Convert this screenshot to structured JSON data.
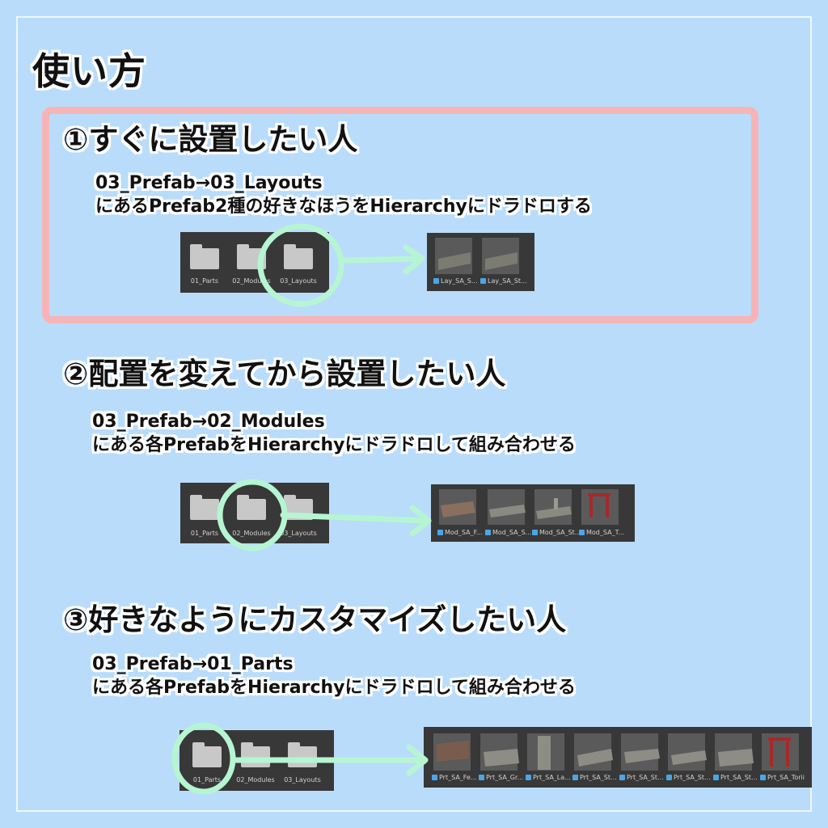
{
  "title": "使い方",
  "colors": {
    "background": "#b9dcfb",
    "highlight_box": "#f7b4b6",
    "marker": "#b6f5d2",
    "panel": "#383838"
  },
  "sections": [
    {
      "title": "①すぐに設置したい人",
      "path": "03_Prefab→03_Layouts",
      "instruction": "にあるPrefab2種の好きなほうをHierarchyにドラドロする",
      "folders": [
        "01_Parts",
        "02_Modules",
        "03_Layouts"
      ],
      "prefabs": [
        "Lay_SA_S...",
        "Lay_SA_St..."
      ]
    },
    {
      "title": "②配置を変えてから設置したい人",
      "path": "03_Prefab→02_Modules",
      "instruction": "にある各PrefabをHierarchyにドラドロして組み合わせる",
      "folders": [
        "01_Parts",
        "02_Modules",
        "03_Layouts"
      ],
      "prefabs": [
        "Mod_SA_F...",
        "Mod_SA_S...",
        "Mod_SA_St...",
        "Mod_SA_T..."
      ]
    },
    {
      "title": "③好きなようにカスタマイズしたい人",
      "path": "03_Prefab→01_Parts",
      "instruction": "にある各PrefabをHierarchyにドラドロして組み合わせる",
      "folders": [
        "01_Parts",
        "02_Modules",
        "03_Layouts"
      ],
      "prefabs": [
        "Prt_SA_Fe...",
        "Prt_SA_Gr...",
        "Prt_SA_La...",
        "Prt_SA_St...",
        "Prt_SA_St...",
        "Prt_SA_St...",
        "Prt_SA_St...",
        "Prt_SA_Torii"
      ]
    }
  ]
}
